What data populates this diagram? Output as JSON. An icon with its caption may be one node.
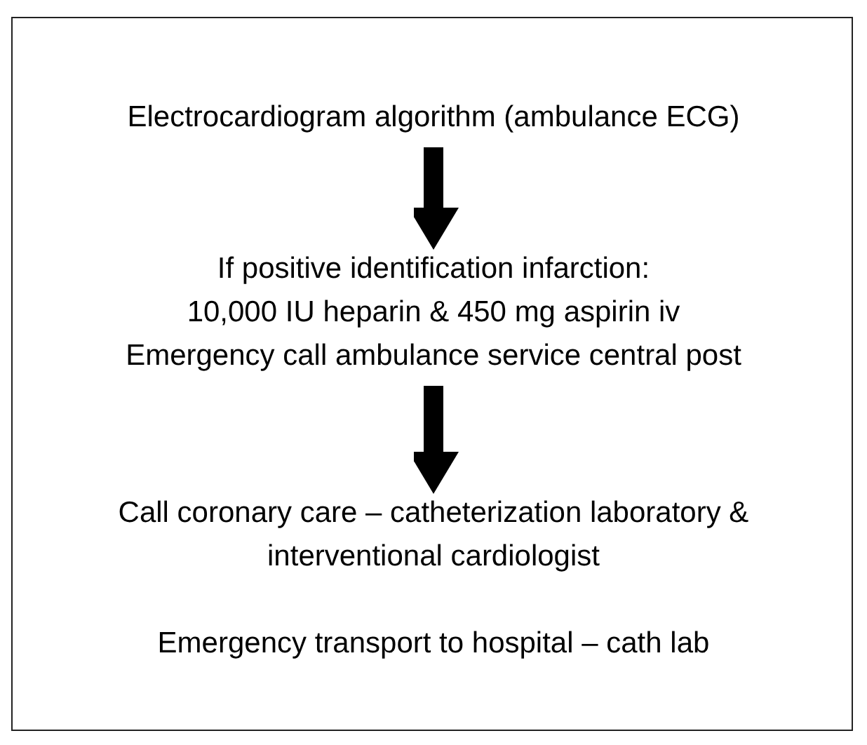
{
  "diagram": {
    "nodes": [
      {
        "text": [],
        "shape": "box"
      },
      {
        "text": [
          "Electrocardiogram algorithm (ambulance ECG)"
        ],
        "in": 0
      },
      {
        "text": [
          "If positive identification infarction:",
          "10,000 IU heparin & 450 mg aspirin iv",
          "Emergency call ambulance service central post"
        ],
        "in": 0
      },
      {
        "text": [
          "Call coronary care – catheterization laboratory & interventional cardiologist"
        ],
        "in": 0
      },
      {
        "text": [
          "Emergency transport to hospital – cath lab"
        ],
        "in": 0
      }
    ],
    "edges": [
      {
        "from": 1,
        "to": 2,
        "arrow": "to"
      },
      {
        "from": 2,
        "to": 3,
        "arrow": "to"
      }
    ]
  }
}
